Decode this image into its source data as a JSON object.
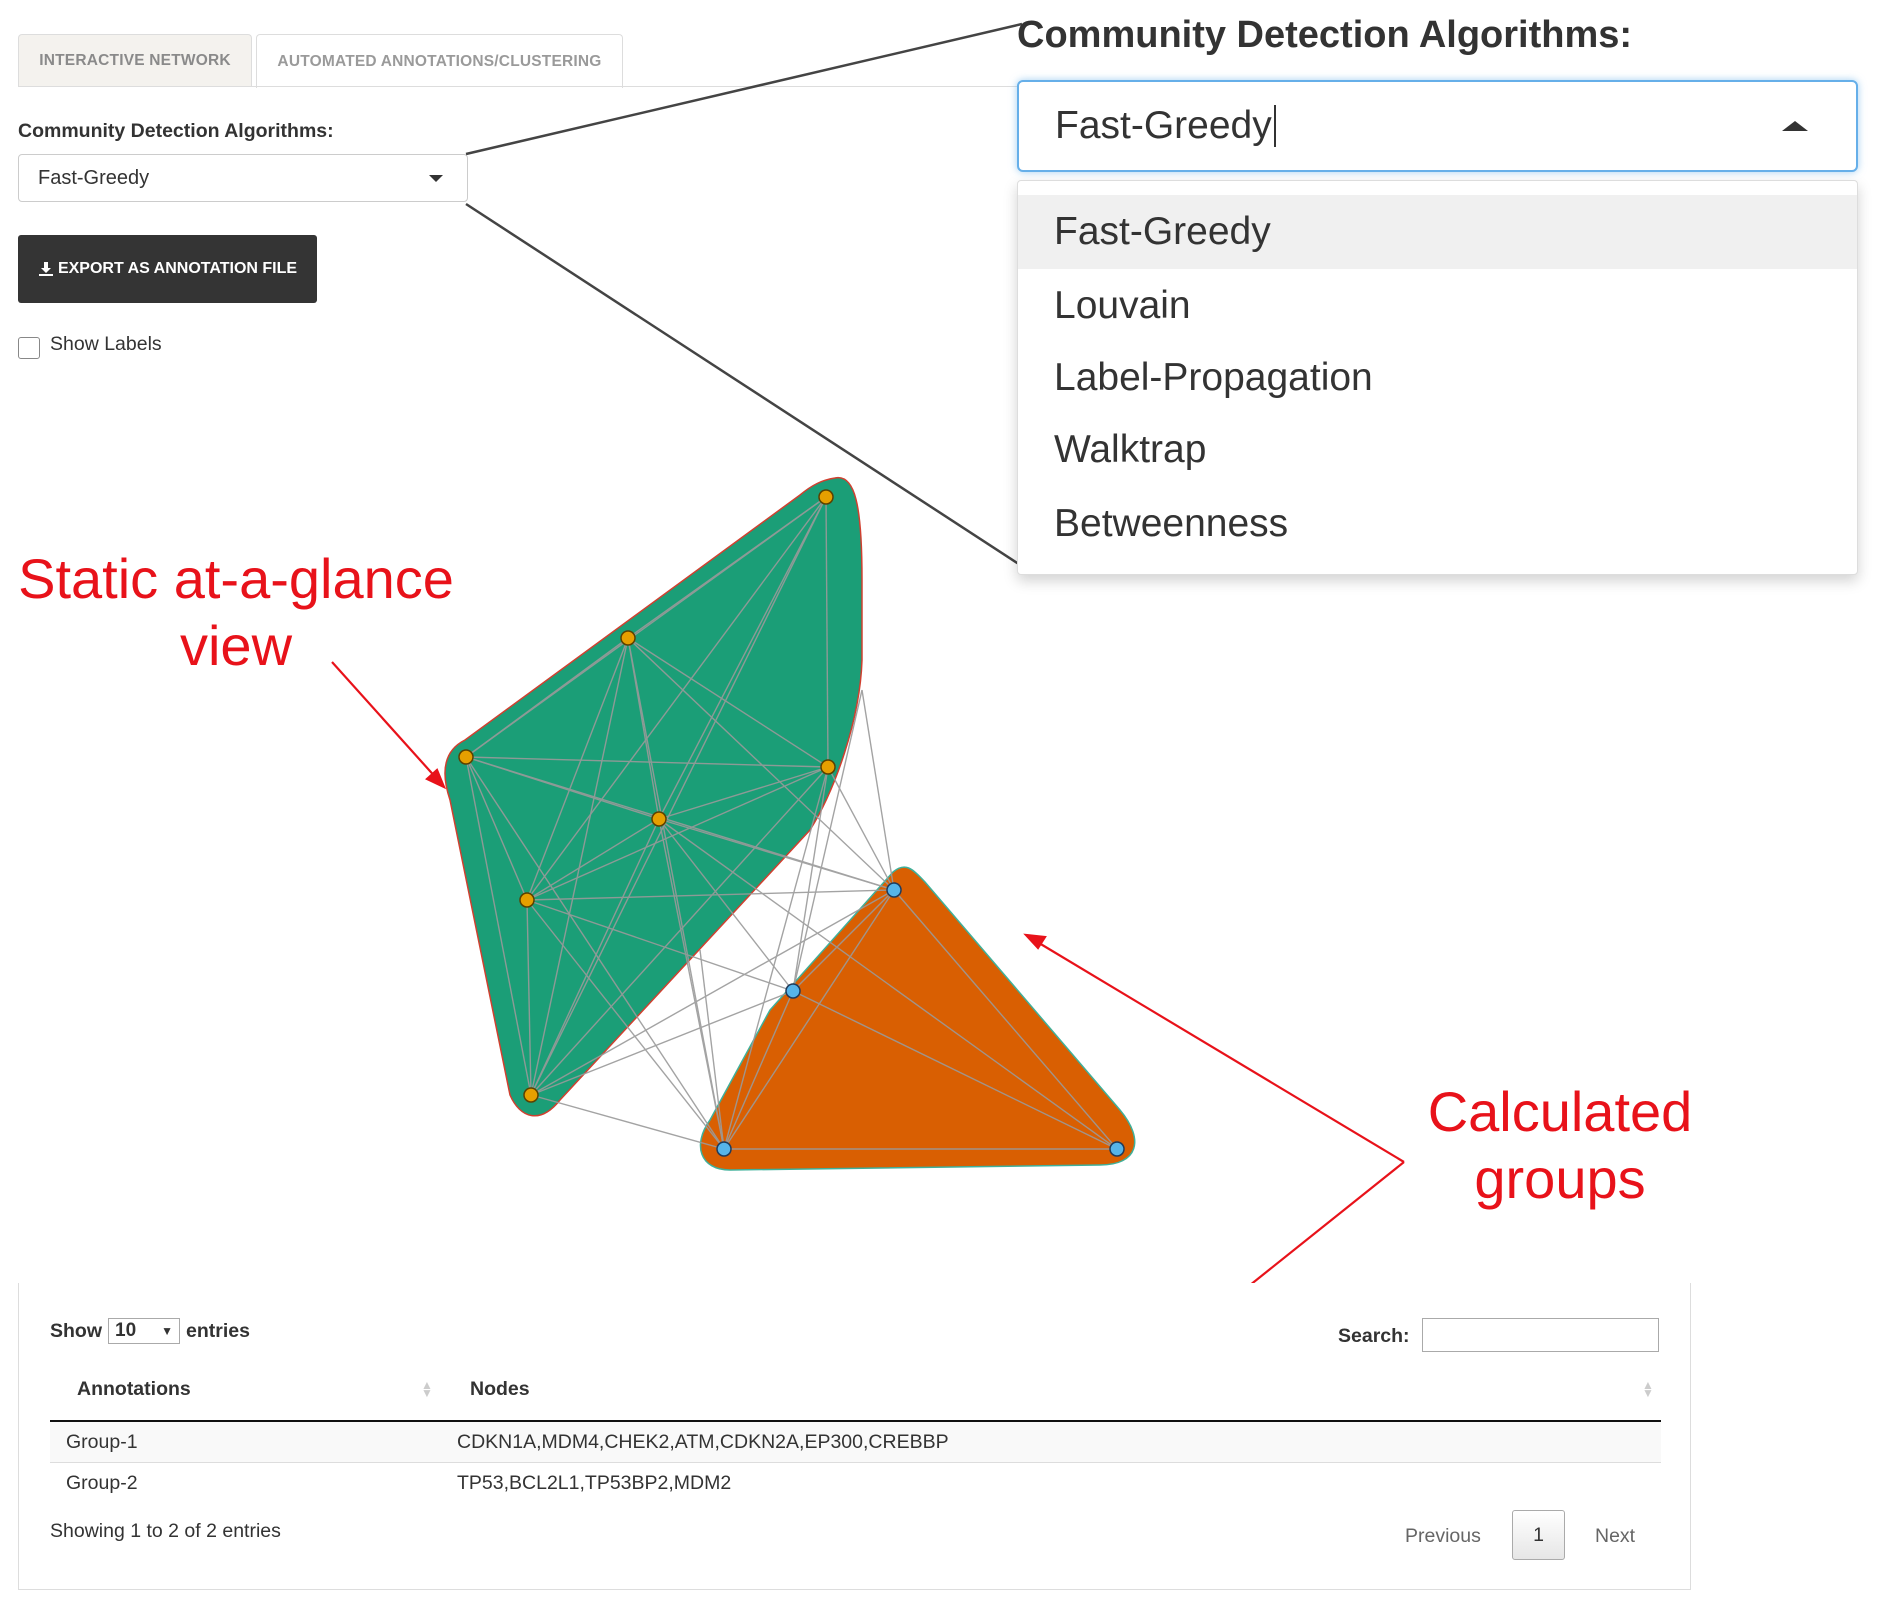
{
  "tabs": [
    {
      "label": "INTERACTIVE NETWORK"
    },
    {
      "label": "AUTOMATED ANNOTATIONS/CLUSTERING"
    }
  ],
  "algorithm": {
    "label": "Community Detection Algorithms:",
    "selected": "Fast-Greedy",
    "options": [
      "Fast-Greedy",
      "Louvain",
      "Label-Propagation",
      "Walktrap",
      "Betweenness"
    ]
  },
  "export_button": {
    "label": "EXPORT AS ANNOTATION FILE",
    "icon": "download-icon"
  },
  "show_labels": {
    "label": "Show Labels",
    "checked": false
  },
  "annotations": {
    "static_view": [
      "Static at-a-glance",
      "view"
    ],
    "calculated_groups": [
      "Calculated",
      "groups"
    ]
  },
  "colors": {
    "group1_fill": "#1b9e77",
    "group2_fill": "#d95f02",
    "group1_node": "#e69f00",
    "group2_node": "#56b4e9",
    "annotation_red": "#e8121a",
    "button_dark": "#343434"
  },
  "table": {
    "show_label": "Show",
    "page_length": "10",
    "entries_label": "entries",
    "search_label": "Search:",
    "columns": [
      "Annotations",
      "Nodes"
    ],
    "rows": [
      {
        "annotation": "Group-1",
        "nodes": "CDKN1A,MDM4,CHEK2,ATM,CDKN2A,EP300,CREBBP"
      },
      {
        "annotation": "Group-2",
        "nodes": "TP53,BCL2L1,TP53BP2,MDM2"
      }
    ],
    "info": "Showing 1 to 2 of 2 entries",
    "pagination": {
      "previous": "Previous",
      "current": "1",
      "next": "Next"
    }
  }
}
